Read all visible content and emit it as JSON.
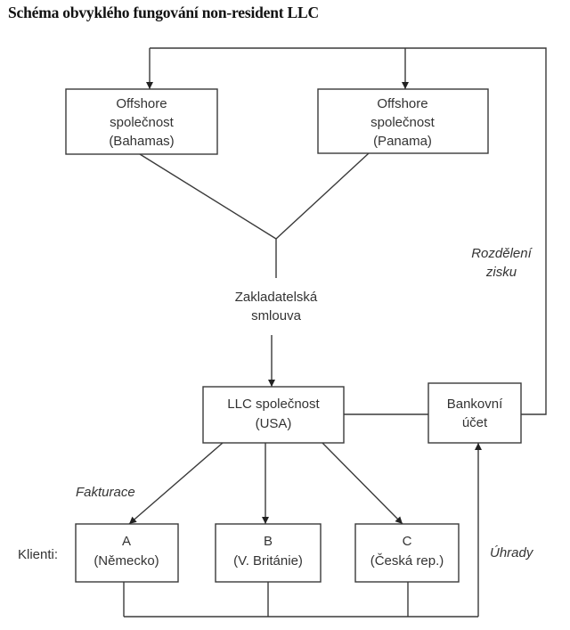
{
  "title": "Schéma obvyklého fungování non-resident LLC",
  "nodes": {
    "offshore_bahamas": {
      "lines": [
        "Offshore",
        "společnost",
        "(Bahamas)"
      ]
    },
    "offshore_panama": {
      "lines": [
        "Offshore",
        "společnost",
        "(Panama)"
      ]
    },
    "founding_contract": {
      "lines": [
        "Zakladatelská",
        "smlouva"
      ]
    },
    "llc_company": {
      "lines": [
        "LLC společnost",
        "(USA)"
      ]
    },
    "bank_account": {
      "lines": [
        "Bankovní",
        "účet"
      ]
    },
    "client_a": {
      "lines": [
        "A",
        "(Německo)"
      ]
    },
    "client_b": {
      "lines": [
        "B",
        "(V. Británie)"
      ]
    },
    "client_c": {
      "lines": [
        "C",
        "(Česká rep.)"
      ]
    }
  },
  "labels": {
    "clients": "Klienti:",
    "invoicing": "Fakturace",
    "payments": "Úhrady",
    "profit_distribution": [
      "Rozdělení",
      "zisku"
    ]
  },
  "edges": [
    {
      "from": "bank_account",
      "to": "offshore_bahamas",
      "label": "Rozdělení zisku"
    },
    {
      "from": "bank_account",
      "to": "offshore_panama",
      "label": "Rozdělení zisku"
    },
    {
      "from": "offshore_bahamas",
      "to": "founding_contract"
    },
    {
      "from": "offshore_panama",
      "to": "founding_contract"
    },
    {
      "from": "founding_contract",
      "to": "llc_company"
    },
    {
      "from": "llc_company",
      "to": "bank_account"
    },
    {
      "from": "llc_company",
      "to": "client_a",
      "label": "Fakturace"
    },
    {
      "from": "llc_company",
      "to": "client_b",
      "label": "Fakturace"
    },
    {
      "from": "llc_company",
      "to": "client_c",
      "label": "Fakturace"
    },
    {
      "from": "client_a",
      "to": "bank_account",
      "label": "Úhrady"
    },
    {
      "from": "client_b",
      "to": "bank_account",
      "label": "Úhrady"
    },
    {
      "from": "client_c",
      "to": "bank_account",
      "label": "Úhrady"
    }
  ]
}
